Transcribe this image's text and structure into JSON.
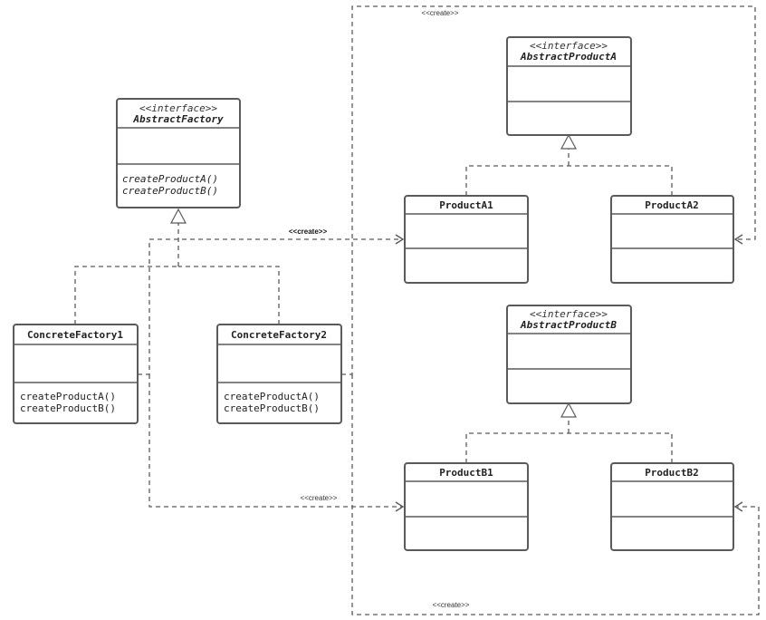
{
  "classes": {
    "abstract_factory": {
      "stereotype": "<<interface>>",
      "name": "AbstractFactory",
      "methods": [
        "createProductA()",
        "createProductB()"
      ]
    },
    "concrete_factory_1": {
      "name": "ConcreteFactory1",
      "methods": [
        "createProductA()",
        "createProductB()"
      ]
    },
    "concrete_factory_2": {
      "name": "ConcreteFactory2",
      "methods": [
        "createProductA()",
        "createProductB()"
      ]
    },
    "abstract_product_a": {
      "stereotype": "<<interface>>",
      "name": "AbstractProductA"
    },
    "abstract_product_b": {
      "stereotype": "<<interface>>",
      "name": "AbstractProductB"
    },
    "product_a1": {
      "name": "ProductA1"
    },
    "product_a2": {
      "name": "ProductA2"
    },
    "product_b1": {
      "name": "ProductB1"
    },
    "product_b2": {
      "name": "ProductB2"
    }
  },
  "relations": {
    "create_label": "<<create>>"
  }
}
